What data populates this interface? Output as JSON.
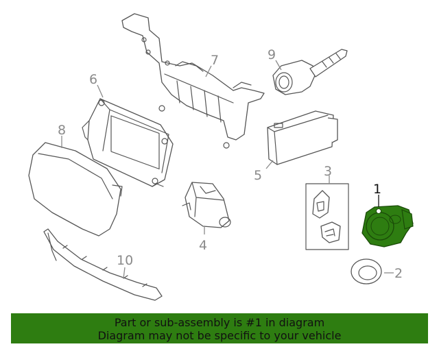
{
  "diagram": {
    "callouts": {
      "c1": "1",
      "c2": "2",
      "c3": "3",
      "c4": "4",
      "c5": "5",
      "c6": "6",
      "c7": "7",
      "c8": "8",
      "c9": "9",
      "c10": "10"
    },
    "highlight_part": "1",
    "colors": {
      "highlight_fill": "#2e7d11",
      "line": "#555555",
      "callout": "#8a8a8a"
    }
  },
  "banner": {
    "line1": "Part or sub-assembly is #1 in diagram",
    "line2": "Diagram may not be specific to your vehicle",
    "background": "#2e7d11"
  }
}
